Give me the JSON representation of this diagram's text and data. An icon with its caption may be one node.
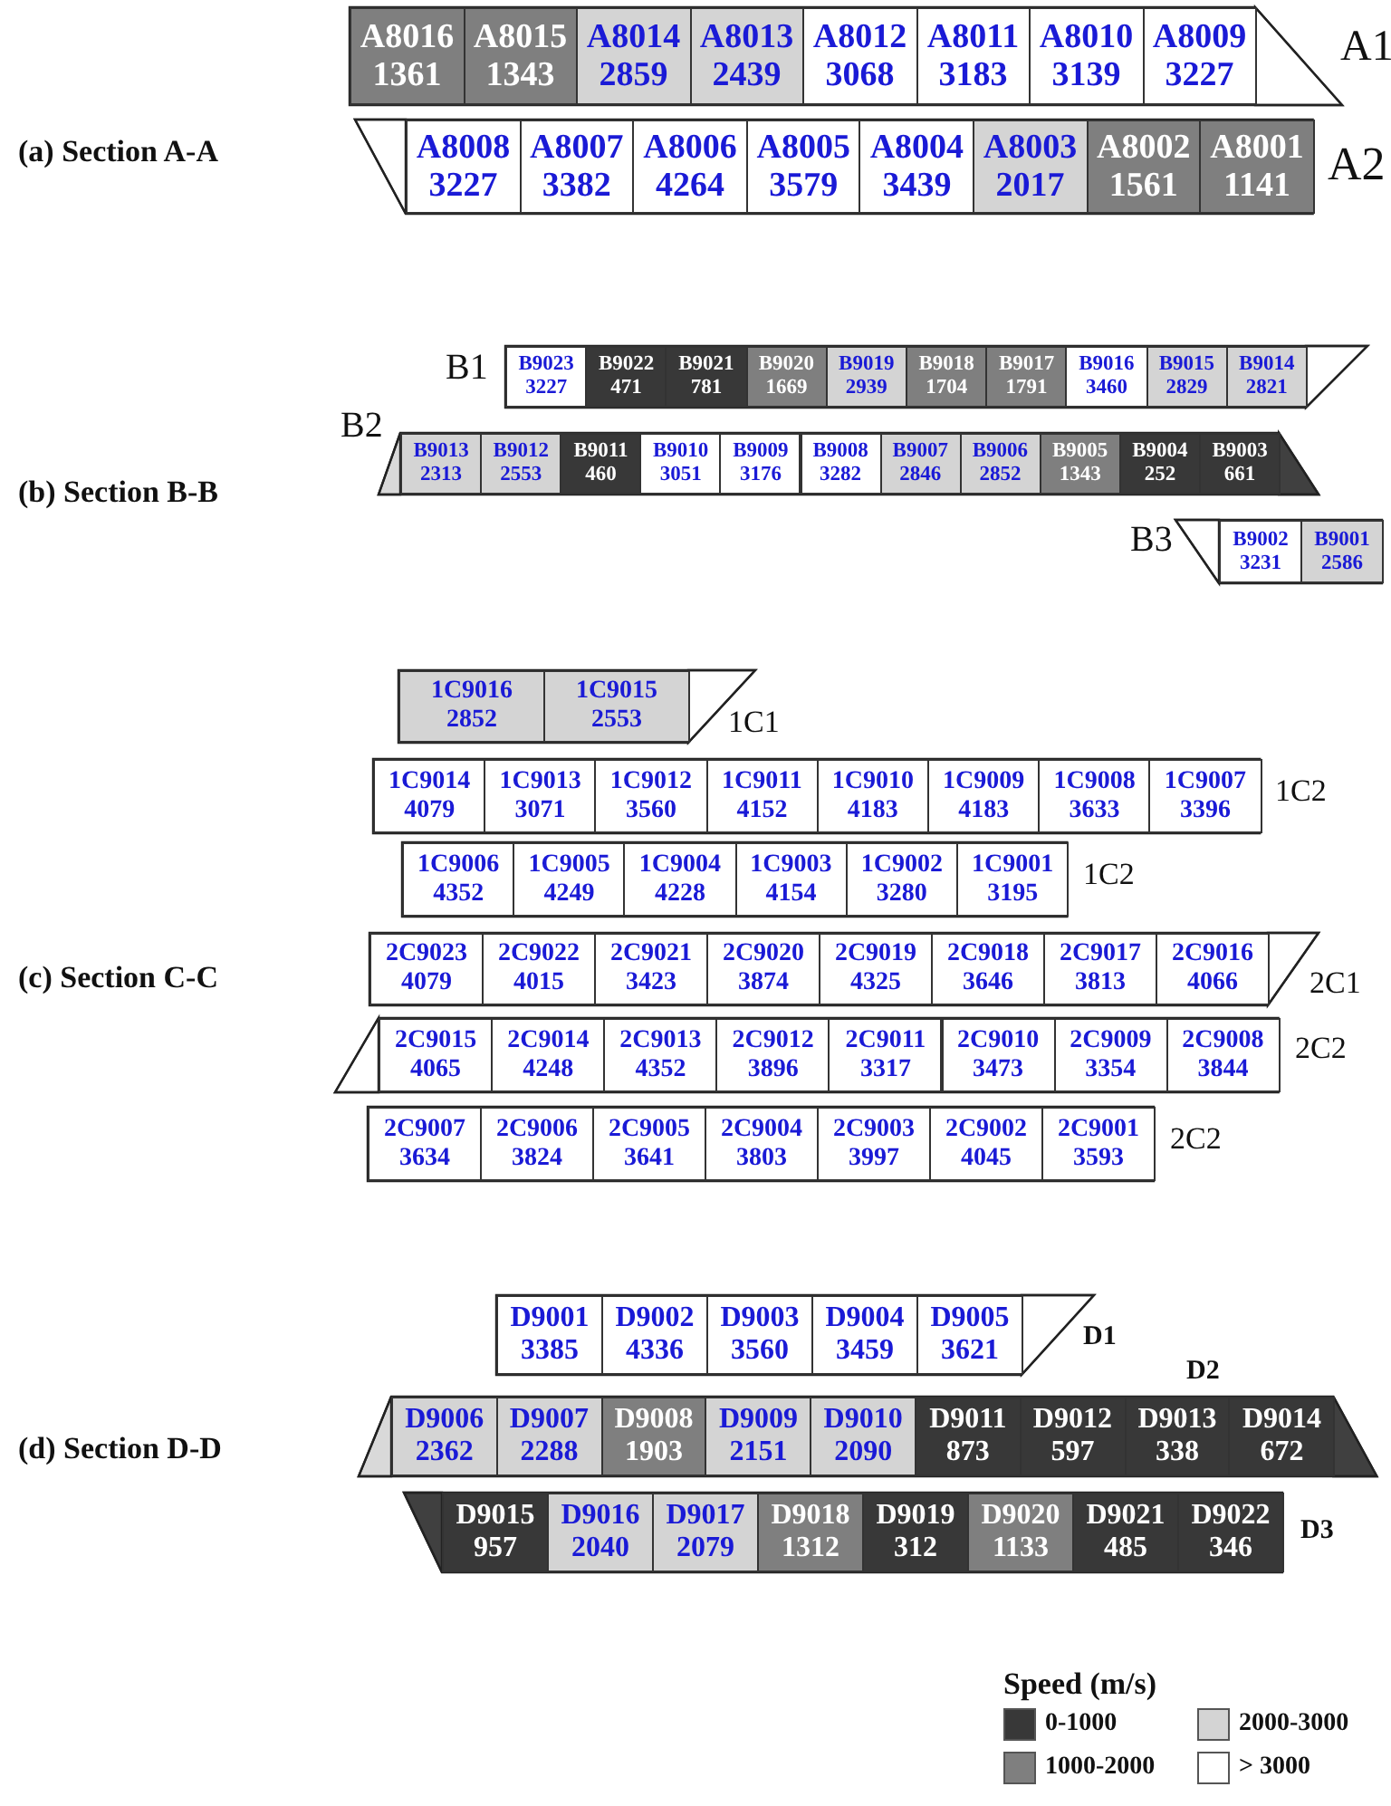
{
  "diagram": {
    "nodes": [
      {
        "text": [],
        "shape": "bar",
        "beside": [
          "A1"
        ]
      },
      {
        "text": [
          "A8016",
          "1361"
        ],
        "in": 0
      },
      {
        "text": [
          "A8015",
          "1343"
        ],
        "in": 0
      },
      {
        "text": [
          "A8014",
          "2859"
        ],
        "in": 0
      },
      {
        "text": [
          "A8013",
          "2439"
        ],
        "in": 0
      },
      {
        "text": [
          "A8012",
          "3068"
        ],
        "in": 0
      },
      {
        "text": [
          "A8011",
          "3183"
        ],
        "in": 0
      },
      {
        "text": [
          "A8010",
          "3139"
        ],
        "in": 0
      },
      {
        "text": [
          "A8009",
          "3227"
        ],
        "in": 0
      },
      {
        "text": [],
        "shape": "bar",
        "beside": [
          "A2"
        ]
      },
      {
        "text": [
          "A8008",
          "3227"
        ],
        "in": 9
      },
      {
        "text": [
          "A8007",
          "3382"
        ],
        "in": 9
      },
      {
        "text": [
          "A8006",
          "4264"
        ],
        "in": 9
      },
      {
        "text": [
          "A8005",
          "3579"
        ],
        "in": 9
      },
      {
        "text": [
          "A8004",
          "3439"
        ],
        "in": 9
      },
      {
        "text": [
          "A8003",
          "2017"
        ],
        "in": 9
      },
      {
        "text": [
          "A8002",
          "1561"
        ],
        "in": 9
      },
      {
        "text": [
          "A8001",
          "1141"
        ],
        "in": 9
      },
      {
        "text": [],
        "shape": "bar",
        "beside": [
          "B1"
        ]
      },
      {
        "text": [
          "B9023",
          "3227"
        ],
        "in": 18
      },
      {
        "text": [
          "B9022",
          "471"
        ],
        "in": 18
      },
      {
        "text": [
          "B9021",
          "781"
        ],
        "in": 18
      },
      {
        "text": [
          "B9020",
          "1669"
        ],
        "in": 18
      },
      {
        "text": [
          "B9019",
          "2939"
        ],
        "in": 18
      },
      {
        "text": [
          "B9018",
          "1704"
        ],
        "in": 18
      },
      {
        "text": [
          "B9017",
          "1791"
        ],
        "in": 18
      },
      {
        "text": [
          "B9016",
          "3460"
        ],
        "in": 18
      },
      {
        "text": [
          "B9015",
          "2829"
        ],
        "in": 18
      },
      {
        "text": [
          "B9014",
          "2821"
        ],
        "in": 18
      },
      {
        "text": [],
        "shape": "bar",
        "beside": [
          "B2"
        ]
      },
      {
        "text": [
          "B9013",
          "2313"
        ],
        "in": 29
      },
      {
        "text": [
          "B9012",
          "2553"
        ],
        "in": 29
      },
      {
        "text": [
          "B9011",
          "460"
        ],
        "in": 29
      },
      {
        "text": [
          "B9010",
          "3051"
        ],
        "in": 29
      },
      {
        "text": [
          "B9009",
          "3176"
        ],
        "in": 29
      },
      {
        "text": [
          "B9008",
          "3282"
        ],
        "in": 29
      },
      {
        "text": [
          "B9007",
          "2846"
        ],
        "in": 29
      },
      {
        "text": [
          "B9006",
          "2852"
        ],
        "in": 29
      },
      {
        "text": [
          "B9005",
          "1343"
        ],
        "in": 29
      },
      {
        "text": [
          "B9004",
          "252"
        ],
        "in": 29
      },
      {
        "text": [
          "B9003",
          "661"
        ],
        "in": 29
      },
      {
        "text": [],
        "shape": "bar",
        "beside": [
          "B3"
        ]
      },
      {
        "text": [
          "B9002",
          "3231"
        ],
        "in": 41
      },
      {
        "text": [
          "B9001",
          "2586"
        ],
        "in": 41
      },
      {
        "text": [],
        "shape": "bar",
        "beside": [
          "1C1"
        ]
      },
      {
        "text": [
          "1C9016",
          "2852"
        ],
        "in": 44
      },
      {
        "text": [
          "1C9015",
          "2553"
        ],
        "in": 44
      },
      {
        "text": [],
        "shape": "bar",
        "beside": [
          "1C2"
        ]
      },
      {
        "text": [
          "1C9014",
          "4079"
        ],
        "in": 47
      },
      {
        "text": [
          "1C9013",
          "3071"
        ],
        "in": 47
      },
      {
        "text": [
          "1C9012",
          "3560"
        ],
        "in": 47
      },
      {
        "text": [
          "1C9011",
          "4152"
        ],
        "in": 47
      },
      {
        "text": [
          "1C9010",
          "4183"
        ],
        "in": 47
      },
      {
        "text": [
          "1C9009",
          "4183"
        ],
        "in": 47
      },
      {
        "text": [
          "1C9008",
          "3633"
        ],
        "in": 47
      },
      {
        "text": [
          "1C9007",
          "3396"
        ],
        "in": 47
      },
      {
        "text": [],
        "shape": "bar",
        "beside": [
          "1C2"
        ]
      },
      {
        "text": [
          "1C9006",
          "4352"
        ],
        "in": 56
      },
      {
        "text": [
          "1C9005",
          "4249"
        ],
        "in": 56
      },
      {
        "text": [
          "1C9004",
          "4228"
        ],
        "in": 56
      },
      {
        "text": [
          "1C9003",
          "4154"
        ],
        "in": 56
      },
      {
        "text": [
          "1C9002",
          "3280"
        ],
        "in": 56
      },
      {
        "text": [
          "1C9001",
          "3195"
        ],
        "in": 56
      },
      {
        "text": [],
        "shape": "bar",
        "beside": [
          "2C1"
        ]
      },
      {
        "text": [
          "2C9023",
          "4079"
        ],
        "in": 63
      },
      {
        "text": [
          "2C9022",
          "4015"
        ],
        "in": 63
      },
      {
        "text": [
          "2C9021",
          "3423"
        ],
        "in": 63
      },
      {
        "text": [
          "2C9020",
          "3874"
        ],
        "in": 63
      },
      {
        "text": [
          "2C9019",
          "4325"
        ],
        "in": 63
      },
      {
        "text": [
          "2C9018",
          "3646"
        ],
        "in": 63
      },
      {
        "text": [
          "2C9017",
          "3813"
        ],
        "in": 63
      },
      {
        "text": [
          "2C9016",
          "4066"
        ],
        "in": 63
      },
      {
        "text": [],
        "shape": "bar",
        "beside": [
          "2C2"
        ]
      },
      {
        "text": [
          "2C9015",
          "4065"
        ],
        "in": 72
      },
      {
        "text": [
          "2C9014",
          "4248"
        ],
        "in": 72
      },
      {
        "text": [
          "2C9013",
          "4352"
        ],
        "in": 72
      },
      {
        "text": [
          "2C9012",
          "3896"
        ],
        "in": 72
      },
      {
        "text": [
          "2C9011",
          "3317"
        ],
        "in": 72
      },
      {
        "text": [
          "2C9010",
          "3473"
        ],
        "in": 72
      },
      {
        "text": [
          "2C9009",
          "3354"
        ],
        "in": 72
      },
      {
        "text": [
          "2C9008",
          "3844"
        ],
        "in": 72
      },
      {
        "text": [],
        "shape": "bar",
        "beside": [
          "2C2"
        ]
      },
      {
        "text": [
          "2C9007",
          "3634"
        ],
        "in": 81
      },
      {
        "text": [
          "2C9006",
          "3824"
        ],
        "in": 81
      },
      {
        "text": [
          "2C9005",
          "3641"
        ],
        "in": 81
      },
      {
        "text": [
          "2C9004",
          "3803"
        ],
        "in": 81
      },
      {
        "text": [
          "2C9003",
          "3997"
        ],
        "in": 81
      },
      {
        "text": [
          "2C9002",
          "4045"
        ],
        "in": 81
      },
      {
        "text": [
          "2C9001",
          "3593"
        ],
        "in": 81
      },
      {
        "text": [],
        "shape": "bar",
        "beside": [
          "D1"
        ]
      },
      {
        "text": [
          "D9001",
          "3385"
        ],
        "in": 89
      },
      {
        "text": [
          "D9002",
          "4336"
        ],
        "in": 89
      },
      {
        "text": [
          "D9003",
          "3560"
        ],
        "in": 89
      },
      {
        "text": [
          "D9004",
          "3459"
        ],
        "in": 89
      },
      {
        "text": [
          "D9005",
          "3621"
        ],
        "in": 89
      },
      {
        "text": [],
        "shape": "bar",
        "beside": [
          "D2"
        ]
      },
      {
        "text": [
          "D9006",
          "2362"
        ],
        "in": 95
      },
      {
        "text": [
          "D9007",
          "2288"
        ],
        "in": 95
      },
      {
        "text": [
          "D9008",
          "1903"
        ],
        "in": 95
      },
      {
        "text": [
          "D9009",
          "2151"
        ],
        "in": 95
      },
      {
        "text": [
          "D9010",
          "2090"
        ],
        "in": 95
      },
      {
        "text": [
          "D9011",
          "873"
        ],
        "in": 95
      },
      {
        "text": [
          "D9012",
          "597"
        ],
        "in": 95
      },
      {
        "text": [
          "D9013",
          "338"
        ],
        "in": 95
      },
      {
        "text": [
          "D9014",
          "672"
        ],
        "in": 95
      },
      {
        "text": [],
        "shape": "bar",
        "beside": [
          "D3"
        ]
      },
      {
        "text": [
          "D9015",
          "957"
        ],
        "in": 105
      },
      {
        "text": [
          "D9016",
          "2040"
        ],
        "in": 105
      },
      {
        "text": [
          "D9017",
          "2079"
        ],
        "in": 105
      },
      {
        "text": [
          "D9018",
          "1312"
        ],
        "in": 105
      },
      {
        "text": [
          "D9019",
          "312"
        ],
        "in": 105
      },
      {
        "text": [
          "D9020",
          "1133"
        ],
        "in": 105
      },
      {
        "text": [
          "D9021",
          "485"
        ],
        "in": 105
      },
      {
        "text": [
          "D9022",
          "346"
        ],
        "in": 105
      }
    ],
    "labels": [
      "(a) Section A-A",
      "(b) Section B-B",
      "(c) Section C-C",
      "(d) Section D-D",
      "Speed (m/s)"
    ],
    "legend": [
      {
        "text": "0-1000",
        "color": "#383838"
      },
      {
        "text": "2000-3000",
        "color": "#d4d4d4"
      },
      {
        "text": "1000-2000",
        "color": "#7f7f7f"
      },
      {
        "text": "> 3000",
        "color": "#ffffff"
      }
    ]
  }
}
